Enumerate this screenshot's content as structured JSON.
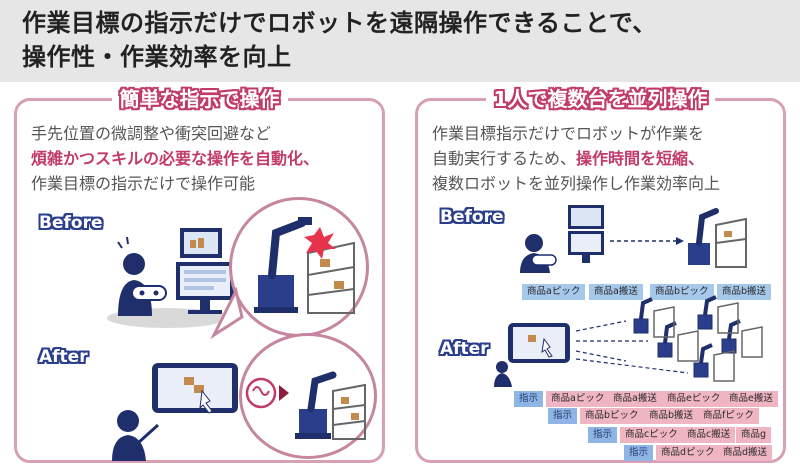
{
  "header": {
    "title_line1": "作業目標の指示だけでロボットを遠隔操作できることで、",
    "title_line2": "操作性・作業効率を向上"
  },
  "left_panel": {
    "label": "簡単な指示で操作",
    "desc_line1": "手先位置の微調整や衝突回避など",
    "desc_line2_bold": "煩雑かつスキルの必要な操作を自動化",
    "desc_line2_tail": "、",
    "desc_line3": "作業目標の指示だけで操作可能",
    "before_label": "Before",
    "after_label": "After"
  },
  "right_panel": {
    "label": "1人で複数台を並列操作",
    "desc_line1": "作業目標指示だけでロボットが作業を",
    "desc_line2_pre": "自動実行するため、",
    "desc_line2_bold": "操作時間を短縮",
    "desc_line2_tail": "、",
    "desc_line3": "複数ロボットを並列操作し作業効率向上",
    "before_label": "Before",
    "after_label": "After",
    "before_chips": [
      "商品aピック",
      "商品a搬送",
      "商品bピック",
      "商品b搬送"
    ],
    "after_rows": [
      {
        "instr": "指示",
        "chips": [
          "商品aピック",
          "商品a搬送",
          "商品eピック",
          "商品e搬送"
        ]
      },
      {
        "instr": "指示",
        "chips": [
          "商品bピック",
          "商品b搬送",
          "商品fピック"
        ]
      },
      {
        "instr": "指示",
        "chips": [
          "商品cピック",
          "商品c搬送",
          "商品g"
        ]
      },
      {
        "instr": "指示",
        "chips": [
          "商品dピック",
          "商品d搬送"
        ]
      }
    ]
  },
  "colors": {
    "accent_pink": "#c13a6a",
    "panel_border": "#d8a0b3",
    "navy": "#1f2f6b",
    "chip_blue": "#a6c8ea",
    "chip_pink": "#efb5c2"
  }
}
